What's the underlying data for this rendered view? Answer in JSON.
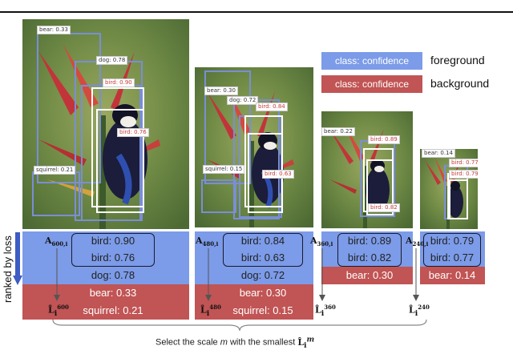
{
  "legend": {
    "fg_sample": "class: confidence",
    "fg_label": "foreground",
    "bg_sample": "class: confidence",
    "bg_label": "background",
    "fg_color": "#7c9be8",
    "bg_color": "#c15454"
  },
  "side_label": "ranked by loss",
  "caption": {
    "prefix": "Select the scale ",
    "var": "m",
    "suffix": " with the smallest "
  },
  "images": [
    {
      "id": "600",
      "labels": [
        "bear: 0.33",
        "dog: 0.78",
        "bird: 0.90",
        "bird: 0.76",
        "squirrel: 0.21"
      ]
    },
    {
      "id": "480",
      "labels": [
        "bear: 0.30",
        "dog: 0.72",
        "bird: 0.84",
        "bird: 0.63",
        "squirrel: 0.15"
      ]
    },
    {
      "id": "360",
      "labels": [
        "bear: 0.22",
        "bird: 0.89",
        "bird: 0.82"
      ]
    },
    {
      "id": "240",
      "labels": [
        "bear: 0.14",
        "bird: 0.77",
        "bird: 0.79"
      ]
    }
  ],
  "columns": [
    {
      "a_sub": "600,i",
      "l_sup": "600",
      "fg": [
        "bird: 0.90",
        "bird: 0.76",
        "dog: 0.78"
      ],
      "bg": [
        "bear: 0.33",
        "squirrel: 0.21"
      ]
    },
    {
      "a_sub": "480,i",
      "l_sup": "480",
      "fg": [
        "bird: 0.84",
        "bird: 0.63",
        "dog: 0.72"
      ],
      "bg": [
        "bear: 0.30",
        "squirrel: 0.15"
      ]
    },
    {
      "a_sub": "360,i",
      "l_sup": "360",
      "fg": [
        "bird: 0.89",
        "bird: 0.82"
      ],
      "bg": [
        "bear: 0.30"
      ]
    },
    {
      "a_sub": "240,i",
      "l_sup": "240",
      "fg": [
        "bird: 0.79",
        "bird: 0.77"
      ],
      "bg": [
        "bear: 0.14"
      ]
    }
  ]
}
